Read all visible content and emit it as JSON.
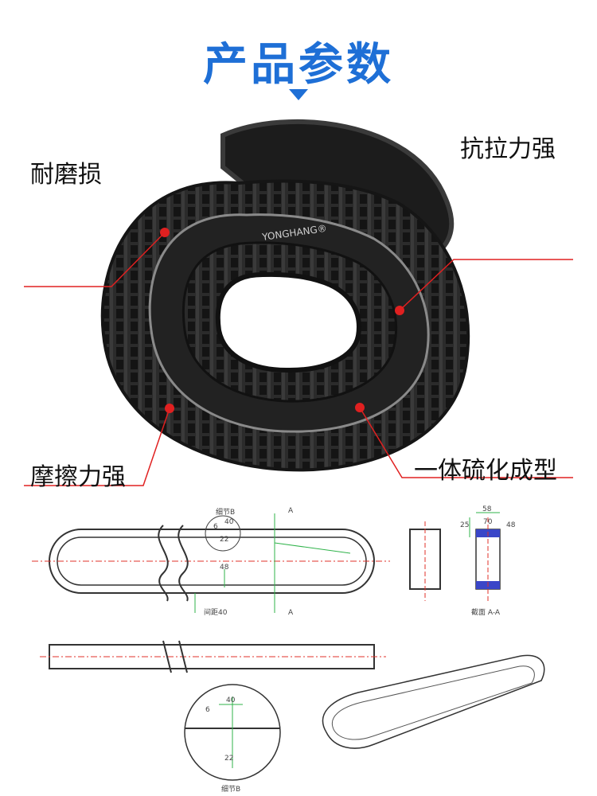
{
  "header": {
    "title": "产品参数"
  },
  "product": {
    "brand_mark": "YONGHANG®"
  },
  "callouts": {
    "wear_resistant": "耐磨损",
    "tensile_strength": "抗拉力强",
    "friction_strength": "摩擦力强",
    "vulcanized": "一体硫化成型"
  },
  "drawing": {
    "detail_b_label": "细节B",
    "section_a_top": "A",
    "section_a_bottom": "A",
    "spacing_label": "间距40",
    "height_label": "48",
    "detail_small_22": "22",
    "detail_small_6": "6",
    "detail_small_40": "40",
    "section_label": "截面 A-A",
    "section_dim_58": "58",
    "section_dim_25": "25",
    "section_dim_48": "48",
    "section_dim_70": "70",
    "detail_40": "40",
    "detail_6": "6",
    "detail_22": "22",
    "detail_b_bottom": "细节B"
  },
  "colors": {
    "accent": "#1e6fd6",
    "callout_line": "#e02020",
    "belt": "#2a2a2a",
    "drawing_green": "#2fb34a",
    "drawing_red": "#e0302a",
    "drawing_blue": "#3a46c8"
  }
}
